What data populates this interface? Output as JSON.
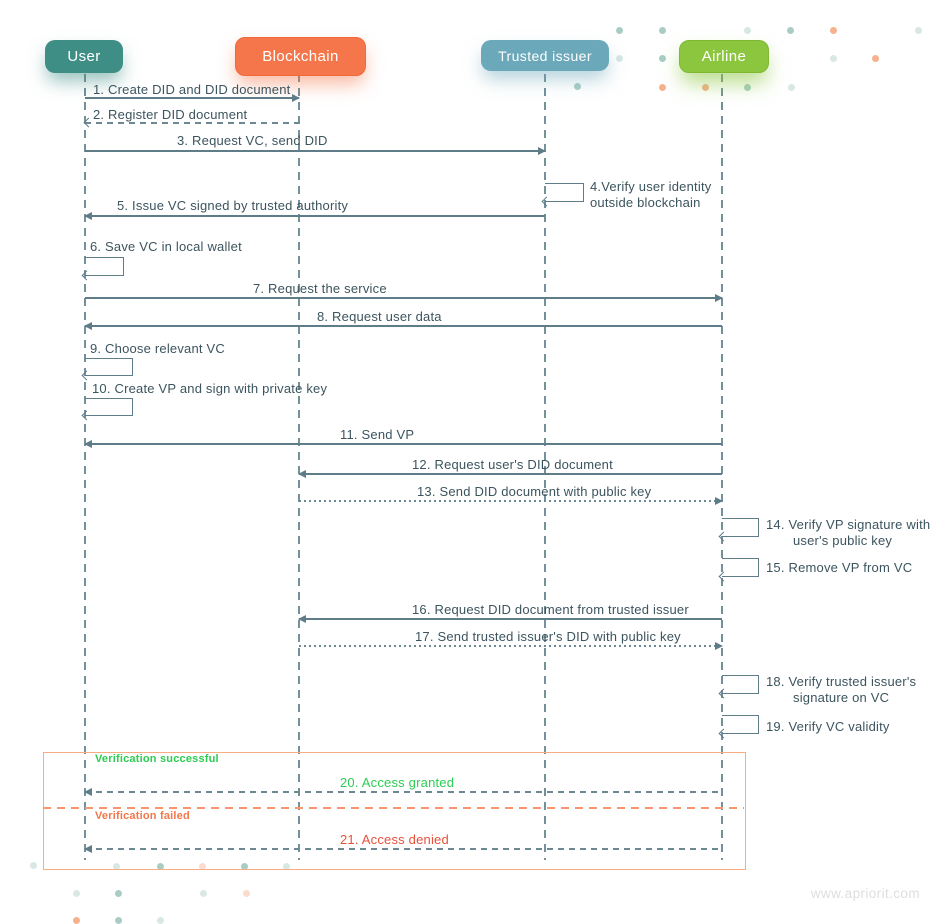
{
  "actors": [
    {
      "label": "User",
      "color": "#3F8E85"
    },
    {
      "label": "Blockchain",
      "color": "#F5764A"
    },
    {
      "label": "Trusted issuer",
      "color": "#6BA8BA"
    },
    {
      "label": "Airline",
      "color": "#8CC63F"
    }
  ],
  "messages": [
    {
      "n": 1,
      "label": "1. Create DID and DID document",
      "from": "User",
      "to": "Blockchain",
      "style": "solid"
    },
    {
      "n": 2,
      "label": "2. Register DID document",
      "from": "Blockchain",
      "to": "User",
      "style": "dashed"
    },
    {
      "n": 3,
      "label": "3. Request VC, send DID",
      "from": "User",
      "to": "Trusted issuer",
      "style": "solid"
    },
    {
      "n": 4,
      "label": "4.Verify user identity outside blockchain",
      "from": "Trusted issuer",
      "to": "Trusted issuer",
      "style": "self"
    },
    {
      "n": 5,
      "label": "5. Issue VC signed by trusted authority",
      "from": "Trusted issuer",
      "to": "User",
      "style": "solid"
    },
    {
      "n": 6,
      "label": "6. Save VC in local wallet",
      "from": "User",
      "to": "User",
      "style": "self"
    },
    {
      "n": 7,
      "label": "7. Request the service",
      "from": "User",
      "to": "Airline",
      "style": "solid"
    },
    {
      "n": 8,
      "label": "8. Request user data",
      "from": "Airline",
      "to": "User",
      "style": "solid"
    },
    {
      "n": 9,
      "label": "9. Choose relevant VC",
      "from": "User",
      "to": "User",
      "style": "self"
    },
    {
      "n": 10,
      "label": "10. Create VP and sign with private key",
      "from": "User",
      "to": "User",
      "style": "self"
    },
    {
      "n": 11,
      "label": "11. Send VP",
      "from": "Airline",
      "to": "User",
      "style": "solid"
    },
    {
      "n": 12,
      "label": "12. Request user's DID document",
      "from": "Airline",
      "to": "Blockchain",
      "style": "solid"
    },
    {
      "n": 13,
      "label": "13. Send DID document with public key",
      "from": "Blockchain",
      "to": "Airline",
      "style": "dotted"
    },
    {
      "n": 14,
      "label": "14. Verify VP signature with user's public key",
      "from": "Airline",
      "to": "Airline",
      "style": "self"
    },
    {
      "n": 15,
      "label": "15. Remove VP from VC",
      "from": "Airline",
      "to": "Airline",
      "style": "self"
    },
    {
      "n": 16,
      "label": "16. Request DID document from trusted issuer",
      "from": "Airline",
      "to": "Blockchain",
      "style": "solid"
    },
    {
      "n": 17,
      "label": "17. Send trusted issuer's DID with public key",
      "from": "Blockchain",
      "to": "Airline",
      "style": "dotted"
    },
    {
      "n": 18,
      "label": "18. Verify trusted issuer's signature on VC",
      "from": "Airline",
      "to": "Airline",
      "style": "self"
    },
    {
      "n": 19,
      "label": "19. Verify VC validity",
      "from": "Airline",
      "to": "Airline",
      "style": "self"
    },
    {
      "n": 20,
      "label": "20. Access granted",
      "from": "Airline",
      "to": "User",
      "style": "dashed",
      "color": "#2BCD52"
    },
    {
      "n": 21,
      "label": "21. Access denied",
      "from": "Airline",
      "to": "User",
      "style": "dashed",
      "color": "#E8503A"
    }
  ],
  "alt_frame": {
    "success_label": "Verification successful",
    "failed_label": "Verification failed",
    "success_color": "#2BCD52",
    "failed_color": "#F4764A",
    "border_color": "#F9AB81"
  },
  "colors": {
    "line": "#5F7D88",
    "text": "#3C545E"
  },
  "watermark": "www.apriorit.com"
}
